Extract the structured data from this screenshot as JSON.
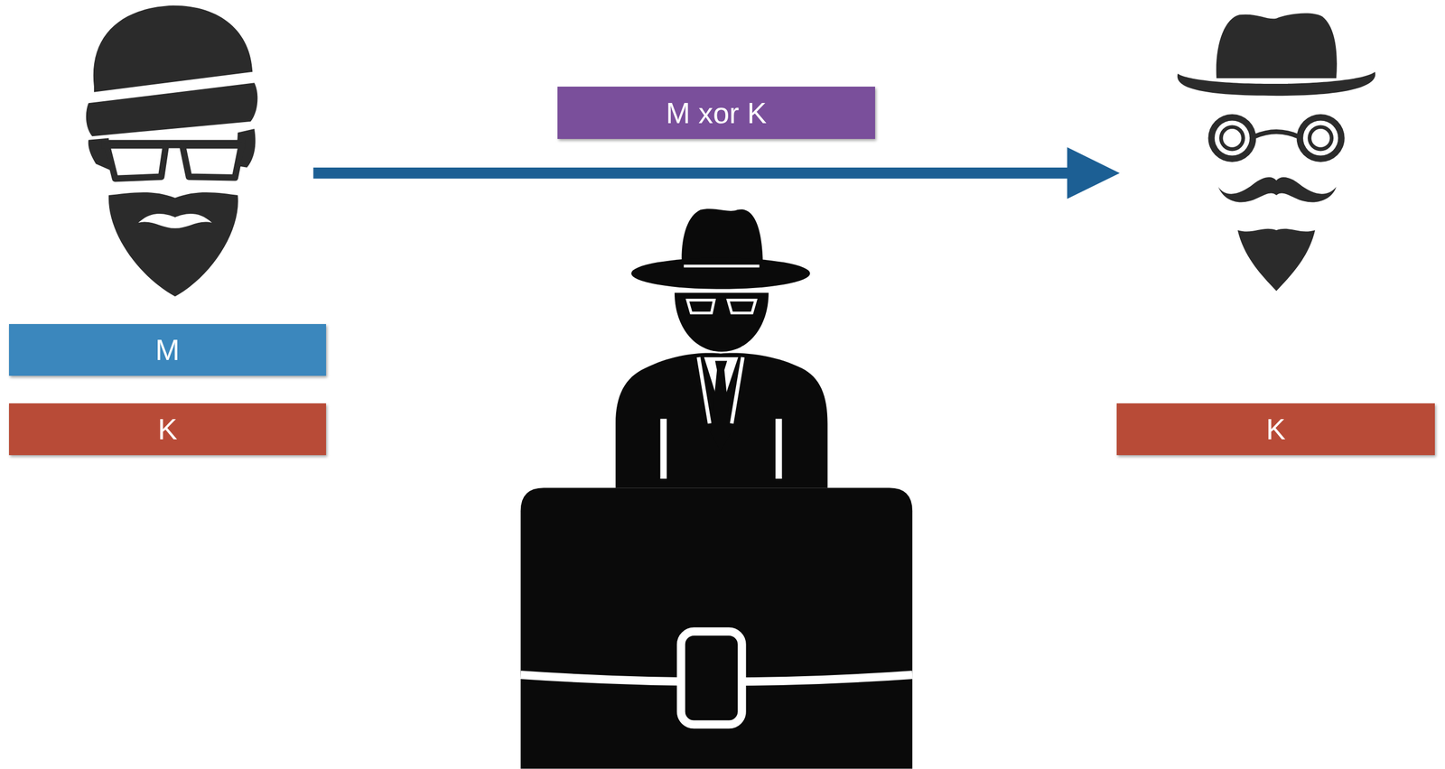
{
  "diagram": {
    "nodes": [
      {
        "text": [
          "M"
        ]
      },
      {
        "text": [
          "K"
        ]
      },
      {
        "text": [
          "M xor K"
        ]
      },
      {
        "text": [
          "K"
        ]
      }
    ]
  }
}
